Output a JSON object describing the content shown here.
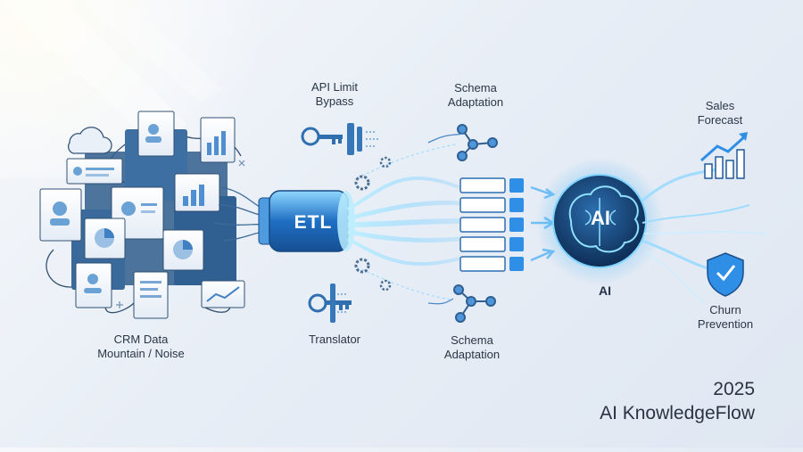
{
  "source": {
    "label_line1": "CRM Data",
    "label_line2": "Mountain / Noise"
  },
  "pipe": {
    "label": "ETL"
  },
  "tools": {
    "api_line1": "API Limit",
    "api_line2": "Bypass",
    "translator": "Translator"
  },
  "schema": {
    "top_line1": "Schema",
    "top_line2": "Adaptation",
    "bottom_line1": "Schema",
    "bottom_line2": "Adaptation"
  },
  "ai": {
    "badge": "AI",
    "caption": "AI"
  },
  "outputs": {
    "forecast_line1": "Sales",
    "forecast_line2": "Forecast",
    "churn_line1": "Churn",
    "churn_line2": "Prevention"
  },
  "brand": {
    "year": "2025",
    "name": "AI KnowledgeFlow"
  },
  "colors": {
    "accent": "#2f8fe6",
    "glow": "#7fd4ff",
    "ink": "#2a3646",
    "navy": "#13355f"
  }
}
